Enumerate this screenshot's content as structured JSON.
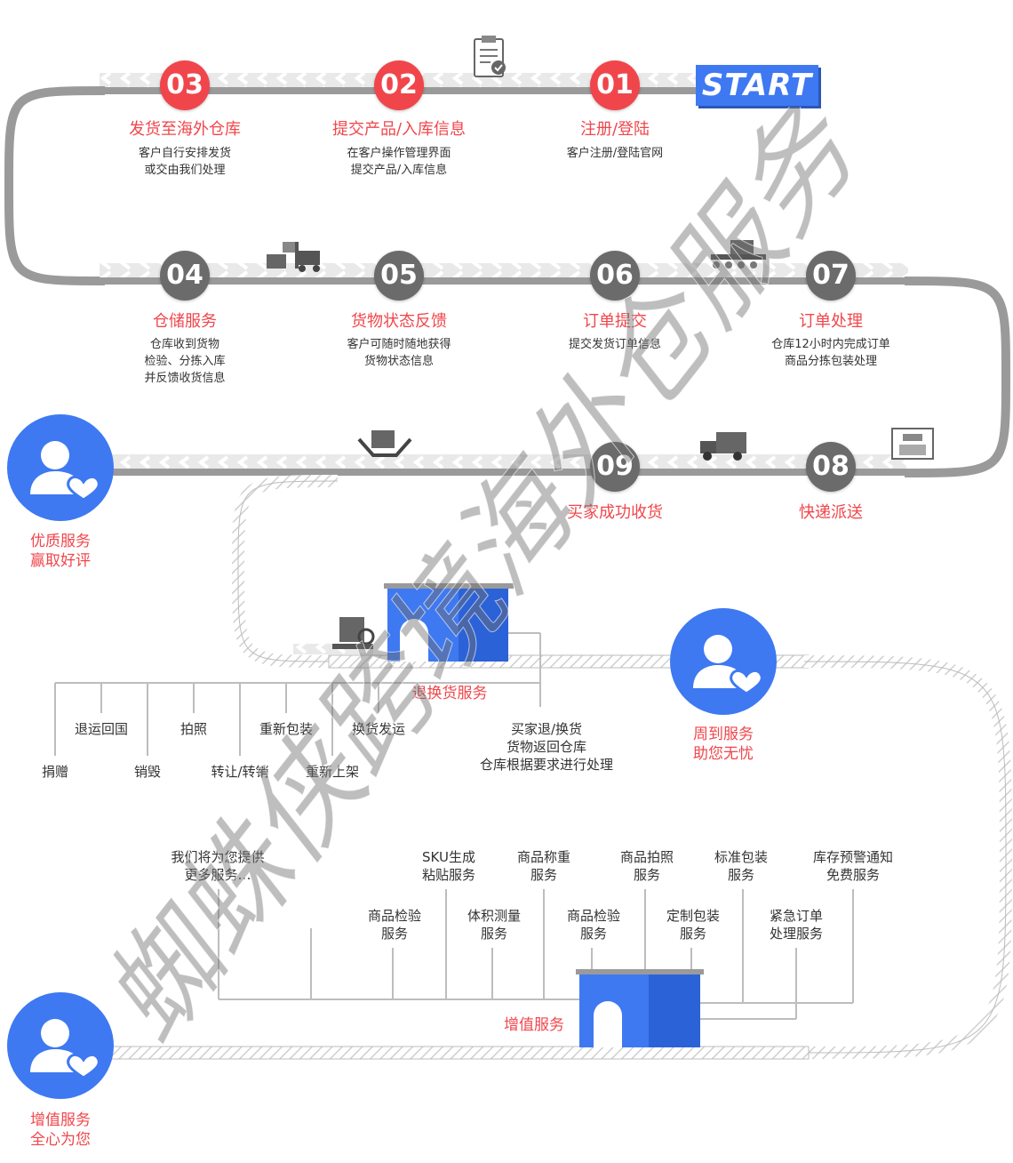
{
  "start_label": "START",
  "steps": [
    {
      "num": "03",
      "title": "发货至海外仓库",
      "desc": "客户自行安排发货\n或交由我们处理"
    },
    {
      "num": "02",
      "title": "提交产品/入库信息",
      "desc": "在客户操作管理界面\n提交产品/入库信息"
    },
    {
      "num": "01",
      "title": "注册/登陆",
      "desc": "客户注册/登陆官网"
    },
    {
      "num": "04",
      "title": "仓储服务",
      "desc": "仓库收到货物\n检验、分拣入库\n并反馈收货信息"
    },
    {
      "num": "05",
      "title": "货物状态反馈",
      "desc": "客户可随时随地获得\n货物状态信息"
    },
    {
      "num": "06",
      "title": "订单提交",
      "desc": "提交发货订单信息"
    },
    {
      "num": "07",
      "title": "订单处理",
      "desc": "仓库12小时内完成订单\n商品分拣包装处理"
    },
    {
      "num": "09",
      "title": "买家成功收货",
      "desc": ""
    },
    {
      "num": "08",
      "title": "快递派送",
      "desc": ""
    }
  ],
  "service_quality": "优质服务\n赢取好评",
  "service_thoughtful": "周到服务\n助您无忧",
  "service_value_added": "增值服务\n全心为您",
  "returns": {
    "title": "退换货服务",
    "desc": "买家退/换货\n货物返回仓库\n仓库根据要求进行处理",
    "options_top": [
      "退运回国",
      "拍照",
      "重新包装",
      "换货发运"
    ],
    "options_bottom": [
      "捐赠",
      "销毁",
      "转让/转销",
      "重新上架"
    ]
  },
  "value_added": {
    "title": "增值服务",
    "row1": [
      "我们将为您提供\n更多服务…",
      "SKU生成\n粘贴服务",
      "商品称重\n服务",
      "商品拍照\n服务",
      "标准包装\n服务",
      "库存预警通知\n免费服务"
    ],
    "row2": [
      "商品检验\n服务",
      "体积测量\n服务",
      "商品检验\n服务",
      "定制包装\n服务",
      "紧急订单\n处理服务"
    ]
  },
  "watermark": "蜘蛛侠跨境海外仓服务",
  "colors": {
    "accent_red": "#f0464b",
    "accent_blue": "#3e79f2",
    "road_gray": "#9a9a9a",
    "circle_dark": "#6b6b6b"
  },
  "icons": [
    "clipboard-check-icon",
    "forklift-icon",
    "conveyor-belt-icon",
    "hand-box-icon",
    "delivery-truck-icon",
    "warehouse-shelf-icon",
    "box-inspect-icon",
    "user-heart-icon",
    "warehouse-icon"
  ]
}
